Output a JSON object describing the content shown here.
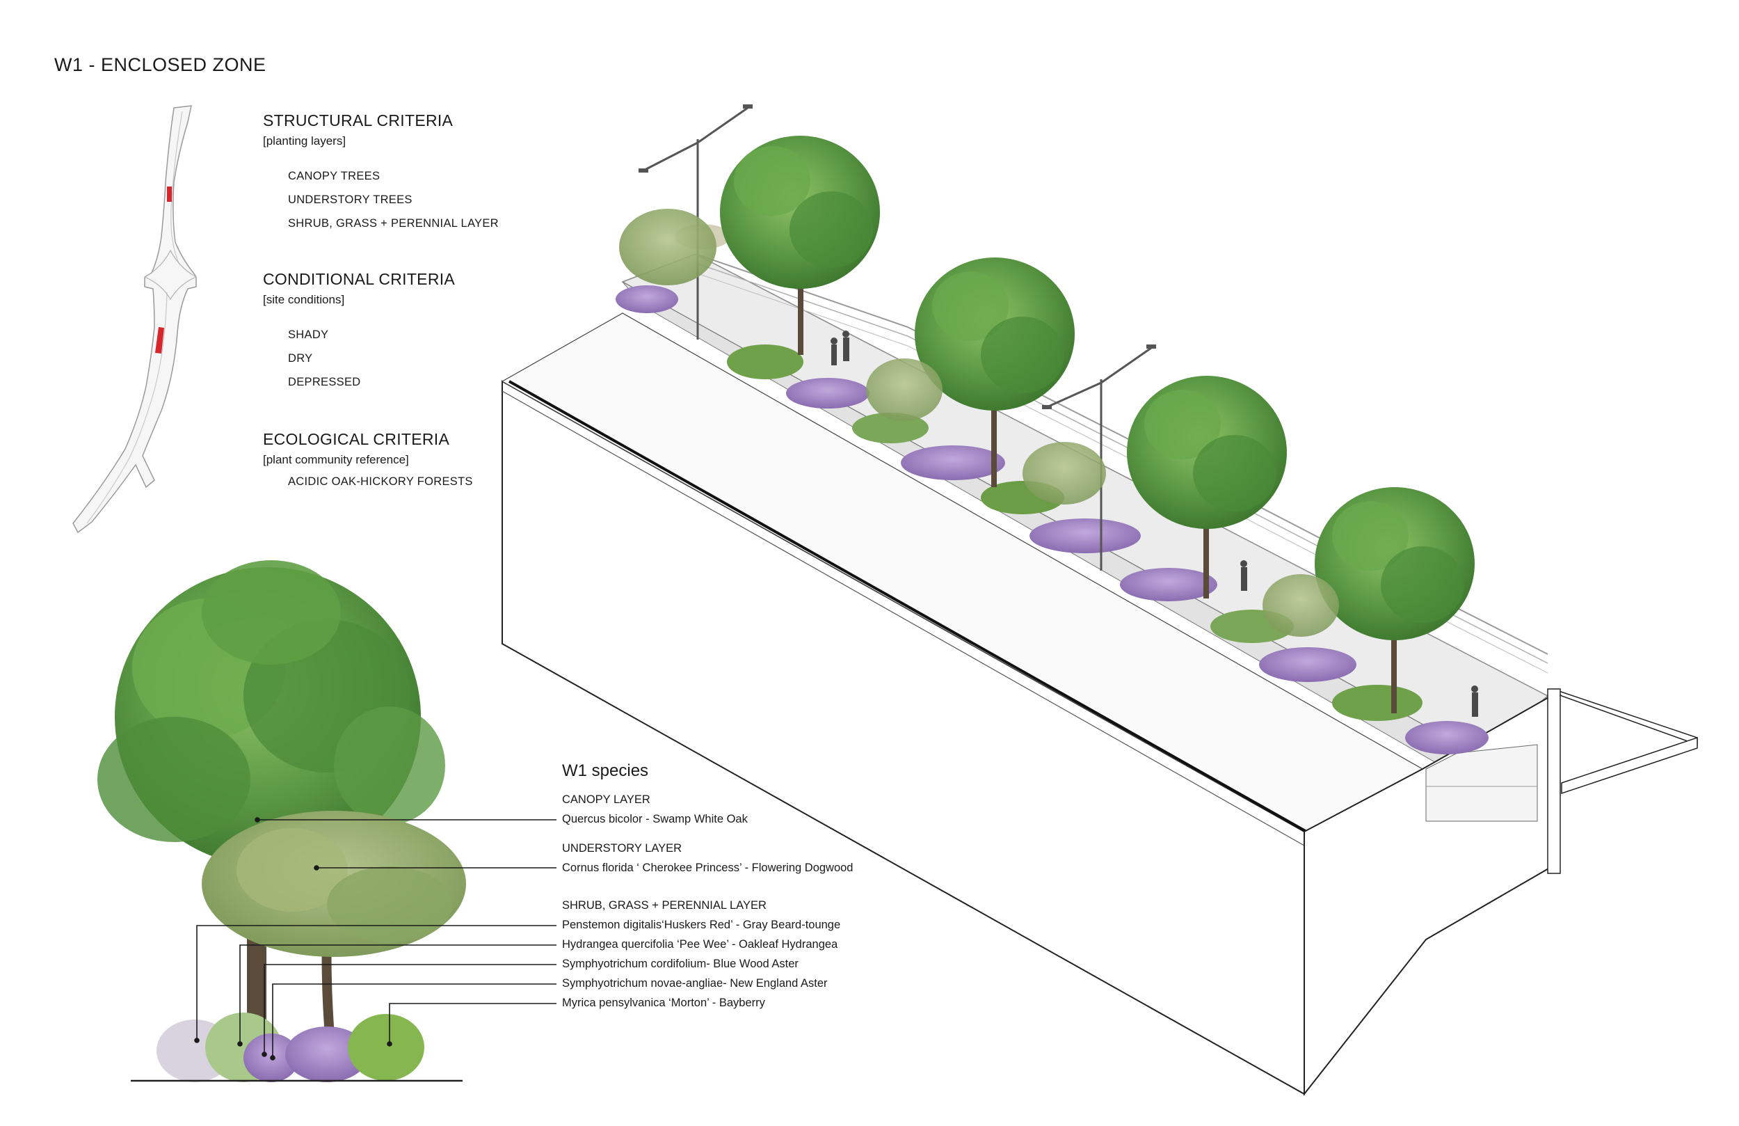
{
  "title": "W1  - ENCLOSED ZONE",
  "criteria": [
    {
      "heading": "STRUCTURAL CRITERIA",
      "subheading": "[planting layers]",
      "items": [
        "CANOPY TREES",
        "UNDERSTORY TREES",
        "SHRUB, GRASS + PERENNIAL LAYER"
      ]
    },
    {
      "heading": "CONDITIONAL CRITERIA",
      "subheading": "[site conditions]",
      "items": [
        "SHADY",
        "DRY",
        "DEPRESSED"
      ]
    },
    {
      "heading": "ECOLOGICAL CRITERIA",
      "subheading": "[plant community reference]",
      "items": [
        "ACIDIC OAK-HICKORY FORESTS"
      ]
    }
  ],
  "species": {
    "title": "W1 species",
    "canopy": {
      "heading": "CANOPY LAYER",
      "items": [
        "Quercus bicolor - Swamp White Oak"
      ]
    },
    "understory": {
      "heading": "UNDERSTORY LAYER",
      "items": [
        "Cornus florida ‘ Cherokee Princess’ - Flowering Dogwood"
      ]
    },
    "shrub": {
      "heading": "SHRUB, GRASS + PERENNIAL LAYER",
      "items": [
        "Penstemon digitalis‘Huskers Red’ - Gray Beard-tounge",
        "Hydrangea quercifolia ‘Pee Wee’ - Oakleaf Hydrangea",
        "Symphyotrichum cordifolium- Blue Wood Aster",
        "Symphyotrichum novae-angliae- New England Aster",
        "Myrica pensylvanica ‘Morton’ - Bayberry"
      ]
    }
  },
  "colors": {
    "highlight": "#d7262a",
    "foliage": "#5d9a45",
    "foliage_dark": "#3f7a30",
    "foliage_light": "#8fbf63",
    "lavender": "#9a7dbf",
    "line": "#1a1a1a"
  }
}
